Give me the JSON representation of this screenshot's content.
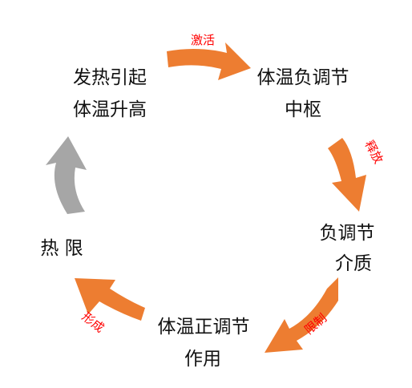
{
  "colors": {
    "arrow_orange": "#ED7D31",
    "arrow_gray": "#A6A6A6",
    "label_red": "#FF0000",
    "text": "#111111"
  },
  "nodes": {
    "fever": {
      "line1": "发热引起",
      "line2": "体温升高"
    },
    "center": {
      "line1": "体温负调节",
      "line2": "中枢"
    },
    "mediator": {
      "line1": "负调节",
      "line2": "介质"
    },
    "effect": {
      "line1": "体温正调节",
      "line2": "作用"
    },
    "limit": {
      "line1": "热 限"
    }
  },
  "edges": {
    "activate": "激活",
    "release": "释放",
    "restrict": "限制",
    "form": "形成"
  }
}
